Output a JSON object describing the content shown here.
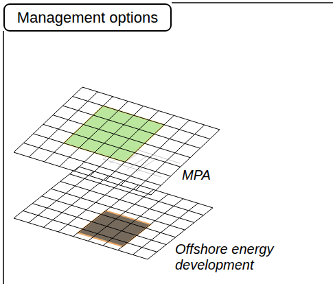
{
  "diagram": {
    "nodes": [
      {
        "text": [
          "Management options"
        ]
      }
    ],
    "labels": [
      "MPA",
      "Offshore energy development"
    ]
  }
}
